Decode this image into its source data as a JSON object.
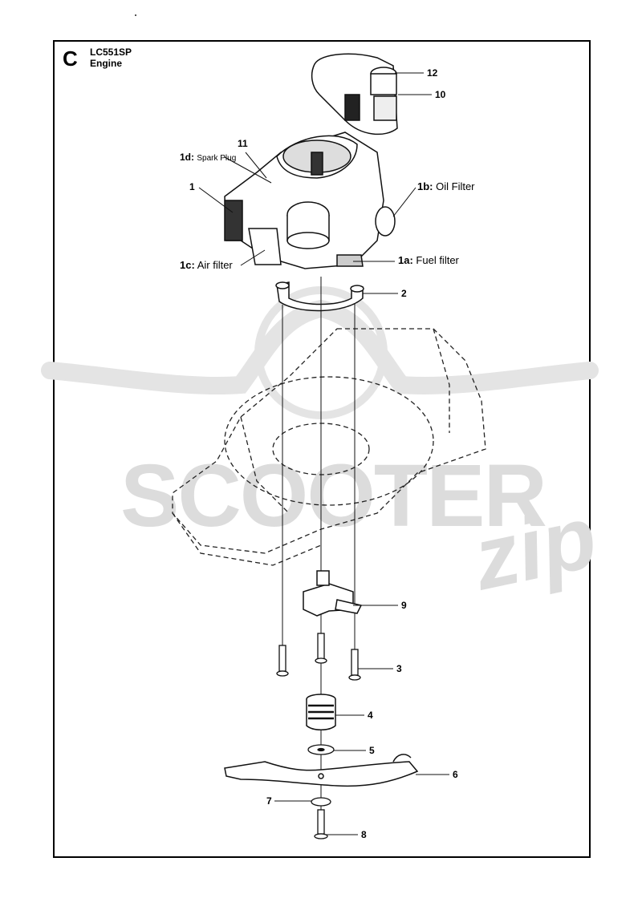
{
  "header": {
    "section_letter": "C",
    "model": "LC551SP",
    "subtitle": "Engine"
  },
  "watermark": {
    "text": "SCOOTER",
    "script": "zip"
  },
  "callouts": {
    "c1": {
      "num": "1",
      "label": ""
    },
    "c1a": {
      "num": "1a:",
      "label": "Fuel filter"
    },
    "c1b": {
      "num": "1b:",
      "label": "Oil Filter"
    },
    "c1c": {
      "num": "1c:",
      "label": "Air filter"
    },
    "c1d": {
      "num": "1d:",
      "label": "Spark Plug"
    },
    "c2": {
      "num": "2"
    },
    "c3": {
      "num": "3"
    },
    "c4": {
      "num": "4"
    },
    "c5": {
      "num": "5"
    },
    "c6": {
      "num": "6"
    },
    "c7": {
      "num": "7"
    },
    "c8": {
      "num": "8"
    },
    "c9": {
      "num": "9"
    },
    "c10": {
      "num": "10"
    },
    "c11": {
      "num": "11"
    },
    "c12": {
      "num": "12"
    }
  }
}
